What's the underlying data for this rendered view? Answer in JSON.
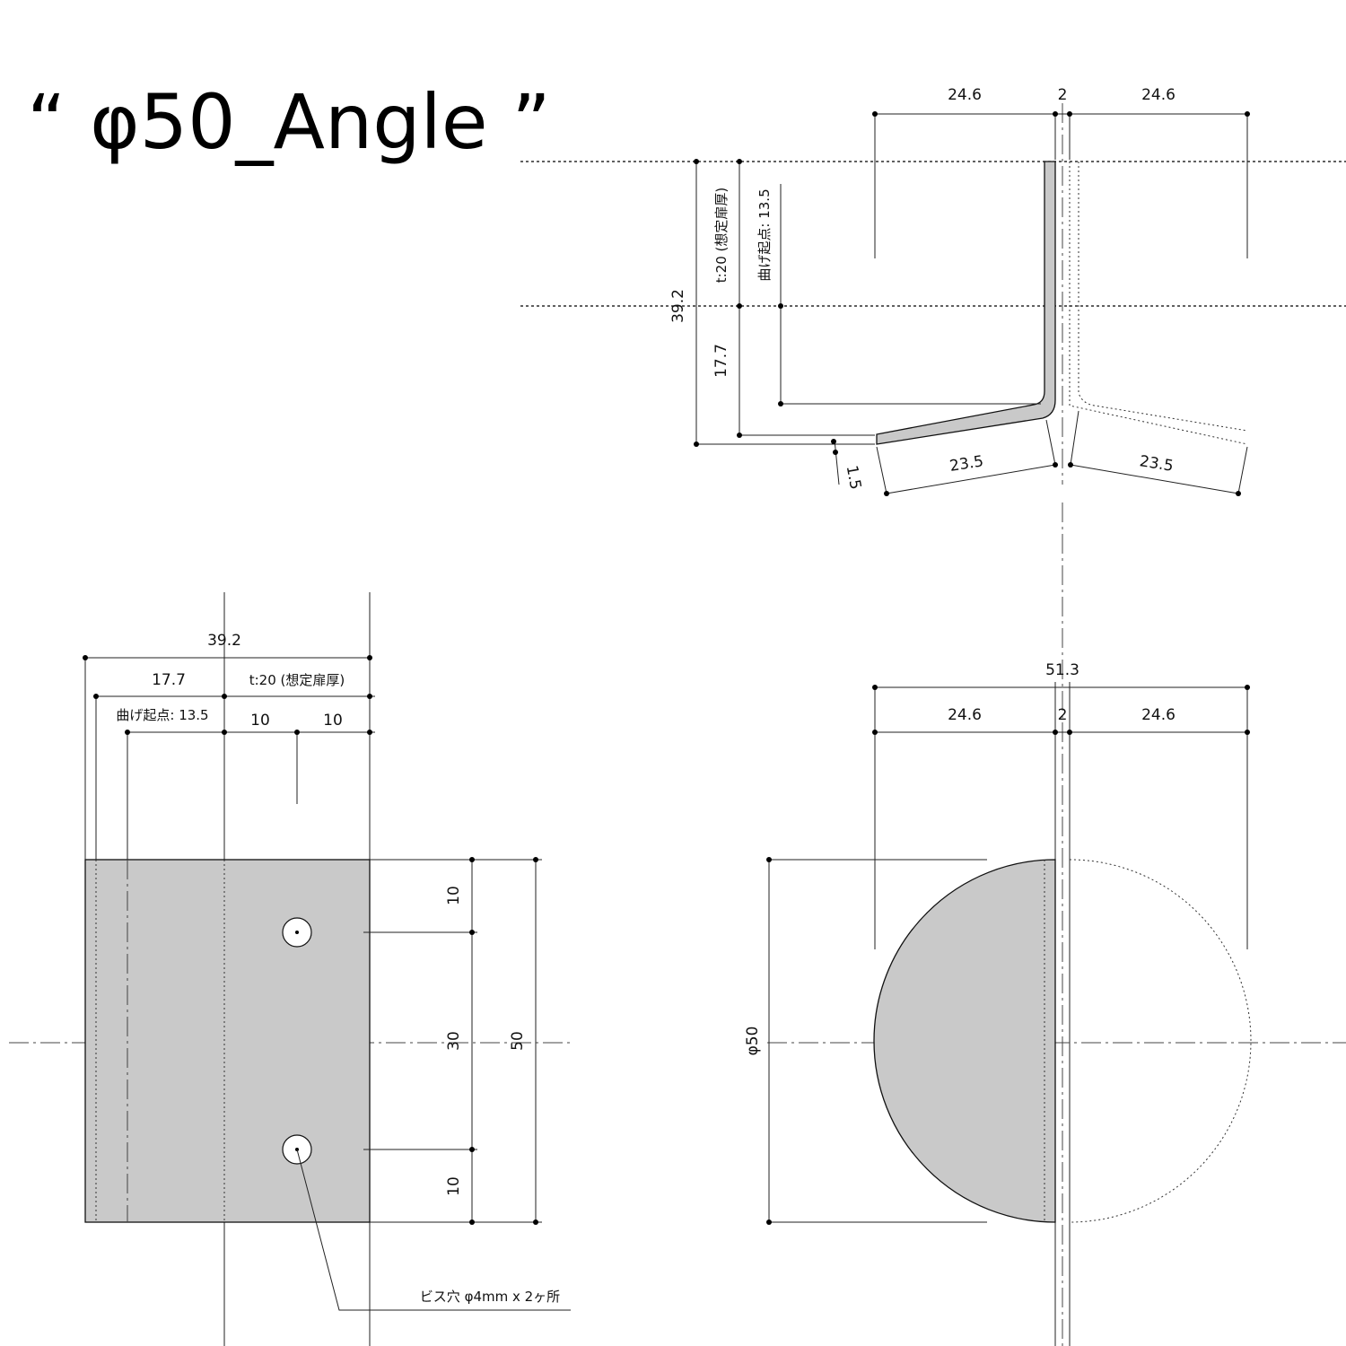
{
  "title": "“ φ50_Angle ”",
  "side_view": {
    "dims": {
      "w_left": "24.6",
      "gap": "2",
      "w_right": "24.6",
      "door": "t:20 (想定扉厚)",
      "bend_start": "曲げ起点: 13.5",
      "total": "39.2",
      "lower": "17.7",
      "leg_left": "23.5",
      "leg_right": "23.5",
      "rise": "1.5"
    }
  },
  "plate_view": {
    "dims": {
      "total": "39.2",
      "lower": "17.7",
      "door": "t:20 (想定扉厚)",
      "bend_start": "曲げ起点: 13.5",
      "hole_x1": "10",
      "hole_x2": "10",
      "v_top": "10",
      "v_mid": "30",
      "v_bot": "10",
      "height": "50"
    },
    "note": "ビス穴 φ4mm x 2ヶ所"
  },
  "front_view": {
    "dims": {
      "total": "51.3",
      "w_left": "24.6",
      "gap": "2",
      "w_right": "24.6",
      "diameter": "φ50"
    }
  }
}
